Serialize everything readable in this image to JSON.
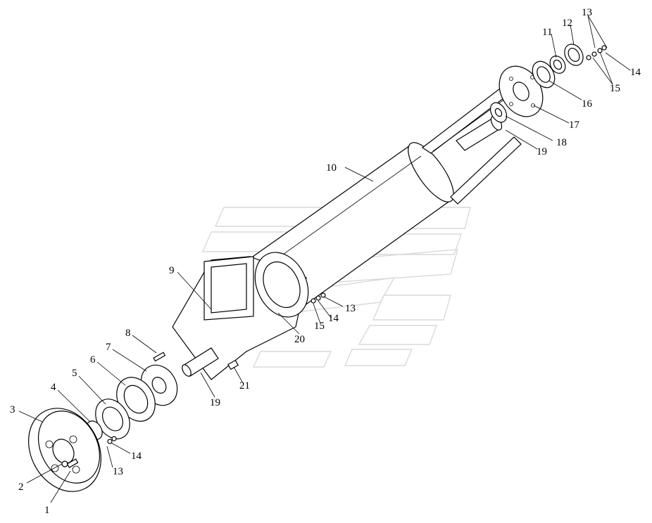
{
  "diagram": {
    "callouts": [
      {
        "id": "c1",
        "text": "1"
      },
      {
        "id": "c2",
        "text": "2"
      },
      {
        "id": "c3",
        "text": "3"
      },
      {
        "id": "c4",
        "text": "4"
      },
      {
        "id": "c5",
        "text": "5"
      },
      {
        "id": "c6",
        "text": "6"
      },
      {
        "id": "c7",
        "text": "7"
      },
      {
        "id": "c8",
        "text": "8"
      },
      {
        "id": "c9",
        "text": "9"
      },
      {
        "id": "c10",
        "text": "10"
      },
      {
        "id": "c11",
        "text": "11"
      },
      {
        "id": "c12",
        "text": "12"
      },
      {
        "id": "c13a",
        "text": "13"
      },
      {
        "id": "c14a",
        "text": "14"
      },
      {
        "id": "c15a",
        "text": "15"
      },
      {
        "id": "c16",
        "text": "16"
      },
      {
        "id": "c17",
        "text": "17"
      },
      {
        "id": "c18",
        "text": "18"
      },
      {
        "id": "c19a",
        "text": "19"
      },
      {
        "id": "c13b",
        "text": "13"
      },
      {
        "id": "c14b",
        "text": "14"
      },
      {
        "id": "c15b",
        "text": "15"
      },
      {
        "id": "c20",
        "text": "20"
      },
      {
        "id": "c21",
        "text": "21"
      },
      {
        "id": "c19b",
        "text": "19"
      },
      {
        "id": "c14c",
        "text": "14"
      },
      {
        "id": "c13c",
        "text": "13"
      }
    ]
  }
}
